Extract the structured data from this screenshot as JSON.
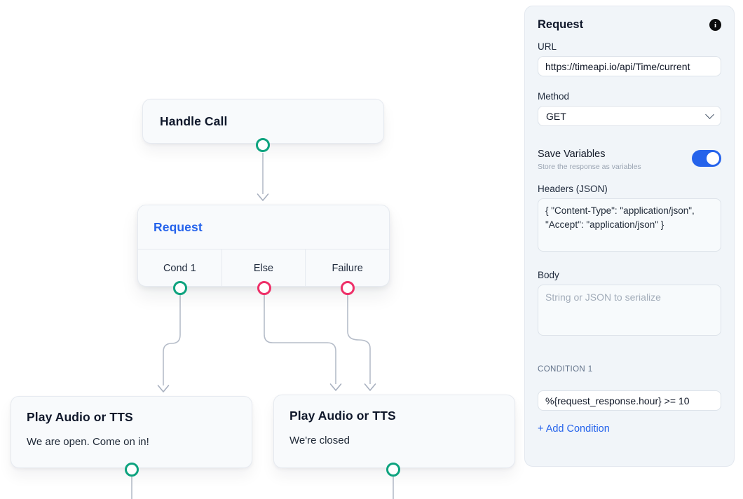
{
  "canvas": {
    "nodes": {
      "handle_call": {
        "title": "Handle Call"
      },
      "request": {
        "title": "Request",
        "branches": [
          "Cond 1",
          "Else",
          "Failure"
        ]
      },
      "play_open": {
        "title": "Play Audio or TTS",
        "body": "We are open. Come on in!"
      },
      "play_closed": {
        "title": "Play Audio or TTS",
        "body": "We're closed"
      }
    }
  },
  "panel": {
    "title": "Request",
    "url": {
      "label": "URL",
      "value": "https://timeapi.io/api/Time/current"
    },
    "method": {
      "label": "Method",
      "value": "GET"
    },
    "save_variables": {
      "label": "Save Variables",
      "subtitle": "Store the response as variables",
      "enabled": true
    },
    "headers": {
      "label": "Headers (JSON)",
      "value": "{ \"Content-Type\": \"application/json\", \"Accept\": \"application/json\" }"
    },
    "body_field": {
      "label": "Body",
      "placeholder": "String or JSON to serialize"
    },
    "condition": {
      "label": "CONDITION 1",
      "value": "%{request_response.hour} >= 10"
    },
    "add_condition_label": "+ Add Condition",
    "info_icon_glyph": "i"
  },
  "colors": {
    "accent_blue": "#2563eb",
    "node_title_blue": "#2563eb",
    "handle_teal": "#0ea37f",
    "handle_pink": "#ee2f68",
    "edge_gray": "#b6bdc9",
    "panel_bg": "#f1f5f9",
    "node_bg": "#f8fafc"
  }
}
